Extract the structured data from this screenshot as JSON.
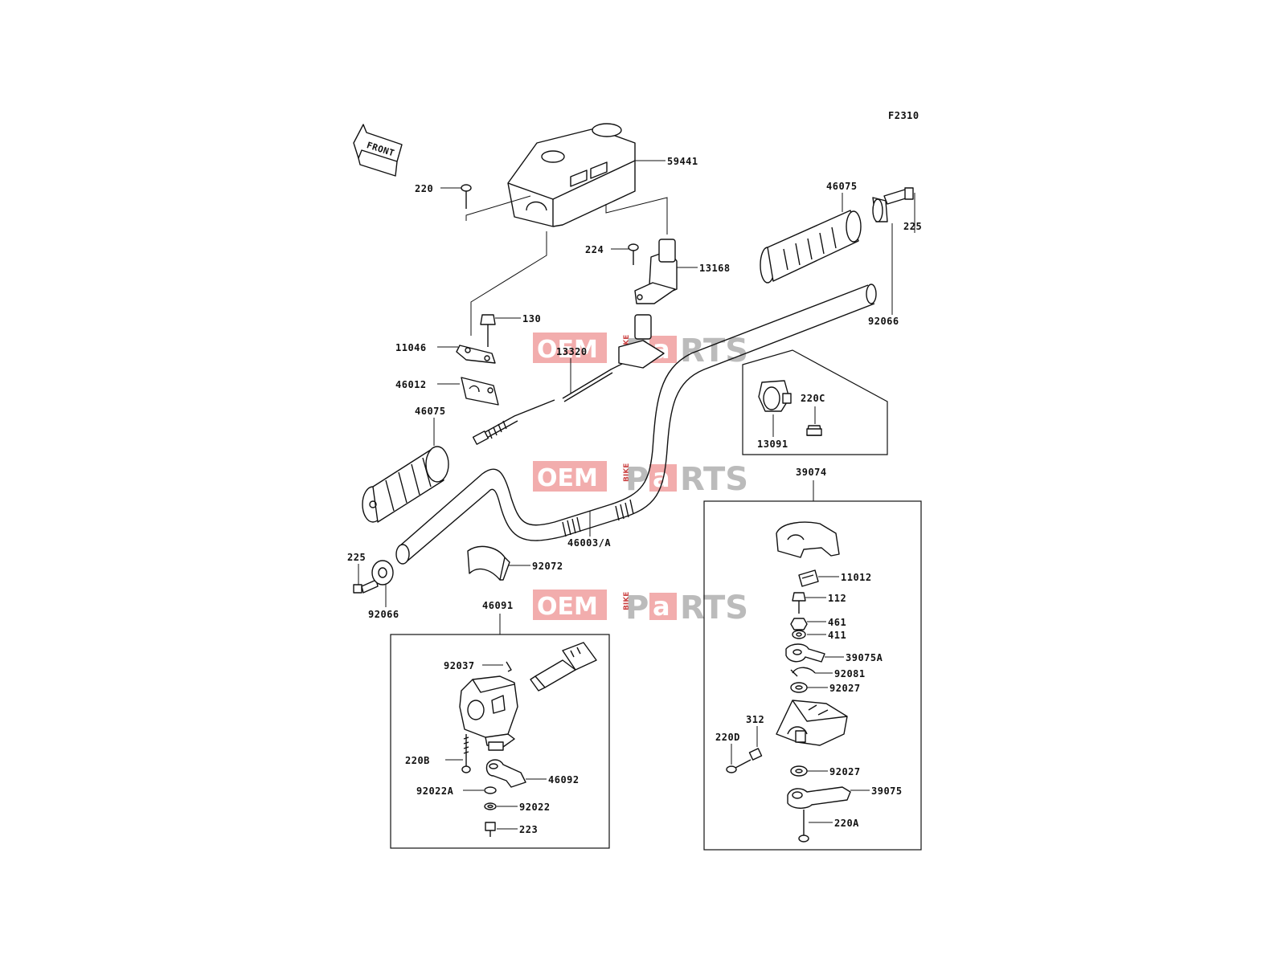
{
  "figure_code": "F2310",
  "front_label": "FRONT",
  "watermark": {
    "oem": "OEM",
    "bike": "BIKE",
    "p": "P",
    "a": "a",
    "rts": "RTS"
  },
  "parts": {
    "cover": "59441",
    "screw_220": "220",
    "grip_right": "46075",
    "bolt_225_right": "225",
    "switch_13168": "13168",
    "screw_224": "224",
    "end_weight_right": "92066",
    "bolt_130": "130",
    "holder_11046": "11046",
    "cable_13320": "13320",
    "holder_46012": "46012",
    "grip_left": "46075",
    "bracket_220c": "220C",
    "lever_13091": "13091",
    "throttle_case": "39074",
    "handlebar": "46003/A",
    "bolt_225_left": "225",
    "end_weight_left": "92066",
    "band_92072": "92072",
    "plate_11012": "11012",
    "bolt_112": "112",
    "nut_461": "461",
    "washer_411": "411",
    "switch_assy": "46091",
    "lever_39075a": "39075A",
    "clip_92037": "92037",
    "spring_92081": "92081",
    "washer_92027_top": "92027",
    "screw_312": "312",
    "screw_220d": "220D",
    "screw_220b": "220B",
    "lever_46092": "46092",
    "washer_92027_bottom": "92027",
    "washer_92022a": "92022A",
    "washer_92022": "92022",
    "lever_39075": "39075",
    "screw_223": "223",
    "screw_220a": "220A"
  }
}
